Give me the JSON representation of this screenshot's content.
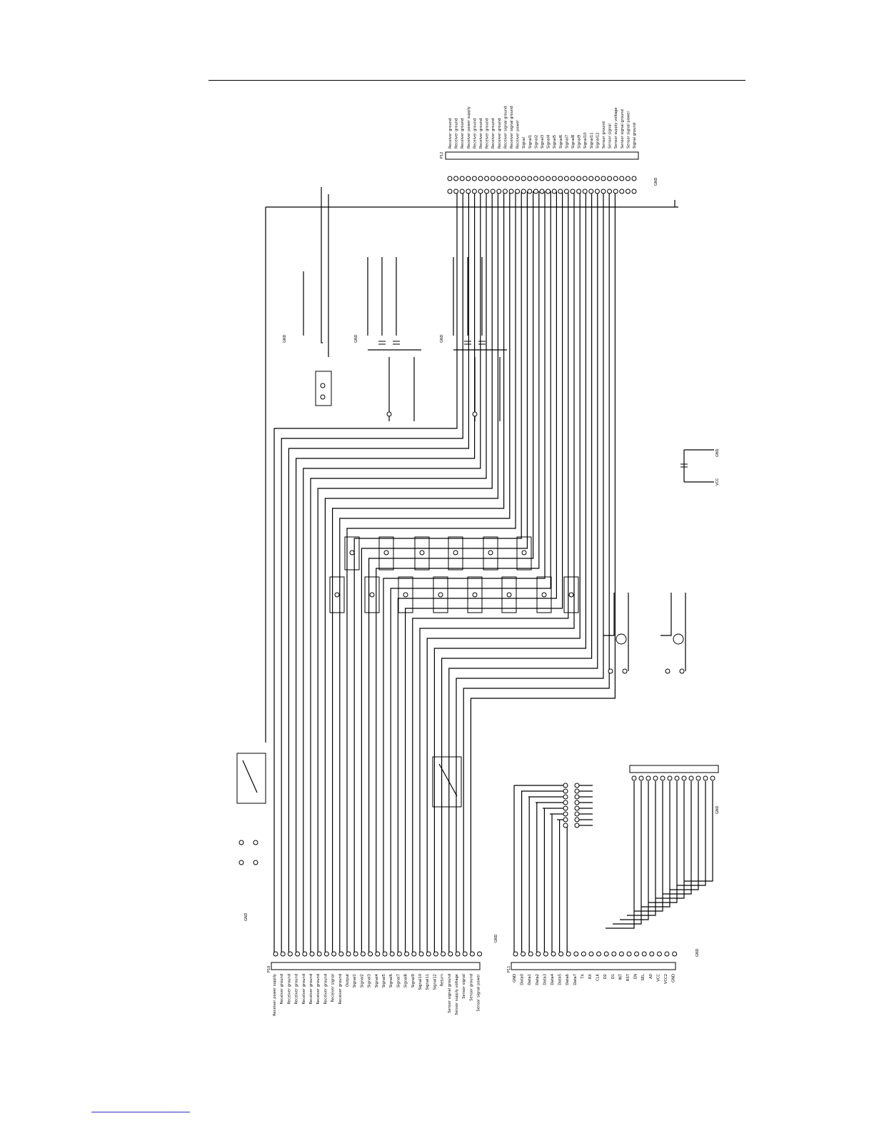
{
  "top_connector": {
    "ref": "P12",
    "signals": [
      "Receiver ground",
      "Receiver ground",
      "Receiver ground",
      "Receiver power supply",
      "Receiver ground",
      "Receiver ground",
      "Receiver ground",
      "Receiver ground",
      "Receiver ground",
      "Receiver signal ground",
      "Receiver signal ground",
      "Receiver power",
      "Signal",
      "Signal1",
      "Signal2",
      "Signal3",
      "Signal4",
      "Signal5",
      "Signal6",
      "Signal7",
      "Signal8",
      "Signal9",
      "Signal10",
      "Signal11",
      "Signal12",
      "Sensor ground",
      "Sensor signal",
      "Sensor supply voltage",
      "Sensor signal ground",
      "Sensor signal power",
      "Signal ground"
    ]
  },
  "bottom_left_connector": {
    "ref": "P10",
    "signals": [
      "Receiver power supply",
      "Receiver ground",
      "Receiver ground",
      "Receiver ground",
      "Receiver ground",
      "Receiver ground",
      "Receiver ground",
      "Receiver ground",
      "Receiver signal",
      "Receiver ground",
      "Output",
      "Signal1",
      "Signal2",
      "Signal3",
      "Signal4",
      "Signal5",
      "Signal6",
      "Signal7",
      "Signal8",
      "Signal9",
      "Signal10",
      "Signal11",
      "Signal12",
      "Return",
      "Sensor signal ground",
      "Sensor supply voltage",
      "Sensor signal",
      "Sensor ground",
      "Sensor signal power"
    ]
  },
  "bottom_right_connector": {
    "ref": "P11",
    "signals": [
      "GND",
      "Data0",
      "Data1",
      "Data2",
      "Data3",
      "Data4",
      "Data5",
      "Data6",
      "Data7",
      "TX",
      "RX",
      "CLK",
      "D2",
      "D1",
      "INT",
      "RST",
      "EN",
      "SEL",
      "A0",
      "VCC",
      "VCC2",
      "GND"
    ]
  },
  "power_labels": {
    "gnd": "GND",
    "vcc": "VCC"
  }
}
